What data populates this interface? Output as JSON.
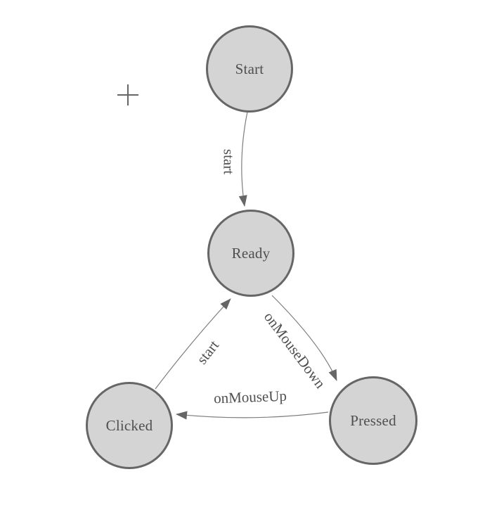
{
  "diagram": {
    "states": [
      {
        "label": "Start"
      },
      {
        "label": "Ready"
      },
      {
        "label": "Clicked"
      },
      {
        "label": "Pressed"
      }
    ],
    "transitions": [
      {
        "from": "Start",
        "to": "Ready",
        "label": "start"
      },
      {
        "from": "Ready",
        "to": "Pressed",
        "label": "onMouseDown"
      },
      {
        "from": "Pressed",
        "to": "Clicked",
        "label": "onMouseUp"
      },
      {
        "from": "Clicked",
        "to": "Ready",
        "label": "start"
      }
    ],
    "icons": [
      {
        "name": "plus-crosshair-icon"
      }
    ],
    "colors": {
      "background": "#ffffff",
      "state_fill": "#d4d4d4",
      "state_stroke": "#666666",
      "state_text": "#4f4f4f",
      "edge_stroke": "#7d7d7d",
      "arrowhead_fill": "#666666",
      "label_text": "#4f4f4f"
    }
  }
}
